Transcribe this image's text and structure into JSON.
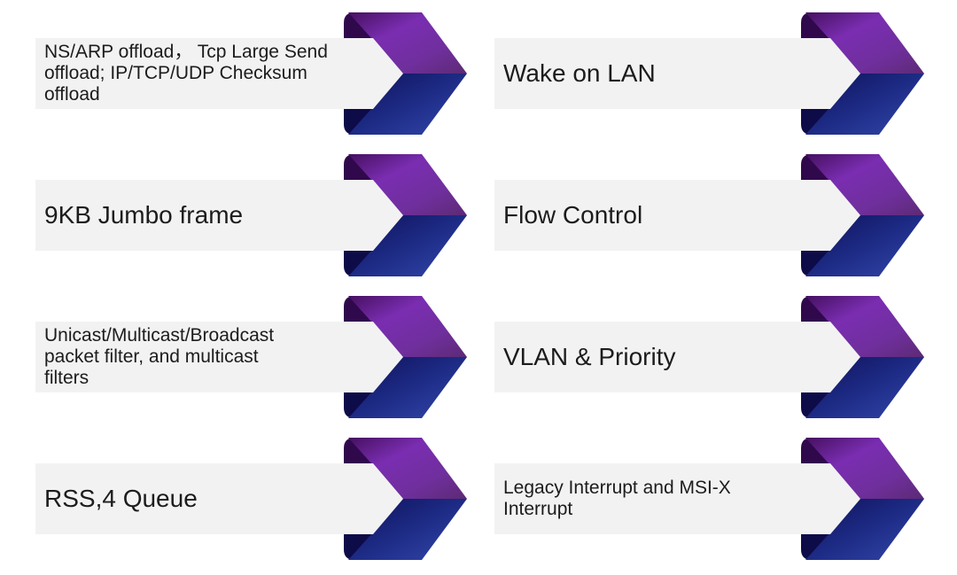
{
  "features": {
    "left_column": [
      {
        "label": "NS/ARP offload， Tcp Large Send\noffload; IP/TCP/UDP Checksum\noffload"
      },
      {
        "label": "9KB Jumbo frame"
      },
      {
        "label": "Unicast/Multicast/Broadcast\npacket filter, and multicast\nfilters"
      },
      {
        "label": "RSS,4 Queue"
      }
    ],
    "right_column": [
      {
        "label": "Wake on LAN"
      },
      {
        "label": "Flow Control"
      },
      {
        "label": "VLAN & Priority"
      },
      {
        "label": "Legacy Interrupt and MSI-X\nInterrupt"
      }
    ]
  },
  "icons": {
    "arrow": "ribbon-chevron-right-icon"
  },
  "colors": {
    "background": "#ffffff",
    "bar_background": "#f2f2f2",
    "text": "#1c1c1c",
    "arrow_purple_bright": "#7a2db1",
    "arrow_purple_tip": "#5c2a74",
    "arrow_purple_dark_fold": "#30094c",
    "arrow_blue_bright": "#3347ab",
    "arrow_blue_deep": "#0e1057",
    "arrow_blue_dark_fold": "#0e0b49"
  }
}
